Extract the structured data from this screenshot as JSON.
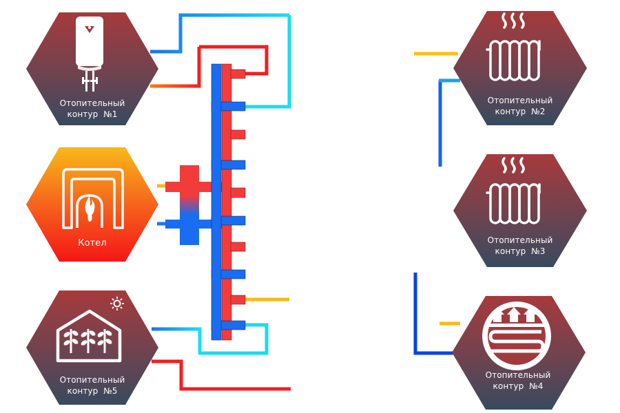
{
  "diagram": {
    "boiler": {
      "label": "Котел",
      "icon": "boiler-furnace-icon"
    },
    "circuits": [
      {
        "id": 1,
        "label_line1": "Отопительный",
        "label_line2": "контур  №1",
        "icon": "water-heater-icon",
        "side": "left"
      },
      {
        "id": 2,
        "label_line1": "Отопительный",
        "label_line2": "контур  №2",
        "icon": "radiator-icon",
        "side": "right"
      },
      {
        "id": 3,
        "label_line1": "Отопительный",
        "label_line2": "контур  №3",
        "icon": "radiator-icon",
        "side": "right"
      },
      {
        "id": 4,
        "label_line1": "Отопительный",
        "label_line2": "контур  №4",
        "icon": "underfloor-heating-icon",
        "side": "right"
      },
      {
        "id": 5,
        "label_line1": "Отопительный",
        "label_line2": "контур  №5",
        "icon": "greenhouse-icon",
        "side": "left"
      }
    ],
    "colors": {
      "hex_top": "#a43a3e",
      "hex_bottom": "#3a4a5e",
      "boiler_top": "#f8b418",
      "boiler_bottom": "#f41818",
      "supply": "#f23a3a",
      "return": "#1a6cf0",
      "pipe_hot_a": "#f81c1c",
      "pipe_hot_b": "#fbb818",
      "pipe_cold_a": "#0a3ee6",
      "pipe_cold_b": "#14e6f0"
    }
  }
}
